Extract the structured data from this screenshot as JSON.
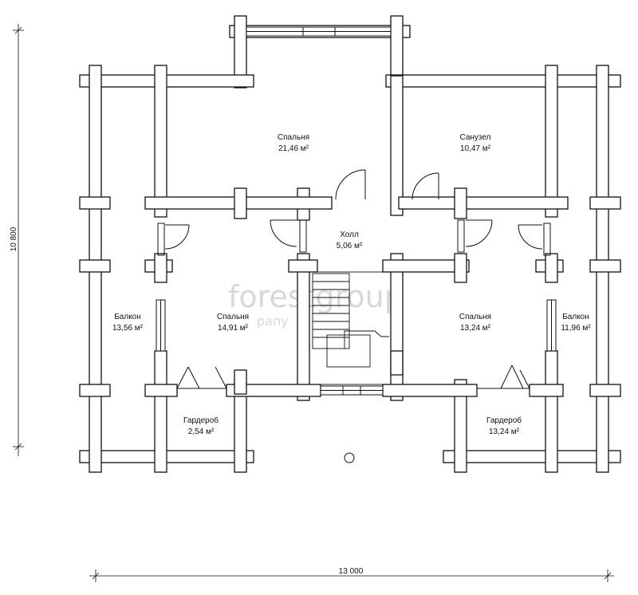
{
  "watermark": {
    "brand": "forestgroup",
    "sub": "pany"
  },
  "rooms": [
    {
      "id": "bedroom-top",
      "name": "Спальня",
      "area": "21,46 м²"
    },
    {
      "id": "bathroom",
      "name": "Санузел",
      "area": "10,47 м²"
    },
    {
      "id": "hall",
      "name": "Холл",
      "area": "5,06 м²"
    },
    {
      "id": "balcony-left",
      "name": "Балкон",
      "area": "13,56 м²"
    },
    {
      "id": "bedroom-left",
      "name": "Спальня",
      "area": "14,91 м²"
    },
    {
      "id": "bedroom-right",
      "name": "Спальня",
      "area": "13,24 м²"
    },
    {
      "id": "balcony-right",
      "name": "Балкон",
      "area": "11,96 м²"
    },
    {
      "id": "wardrobe-left",
      "name": "Гардероб",
      "area": "2,54 м²"
    },
    {
      "id": "wardrobe-right",
      "name": "Гардероб",
      "area": "13,24 м²"
    }
  ],
  "dimensions": {
    "width": "13 000",
    "height": "10 800"
  }
}
